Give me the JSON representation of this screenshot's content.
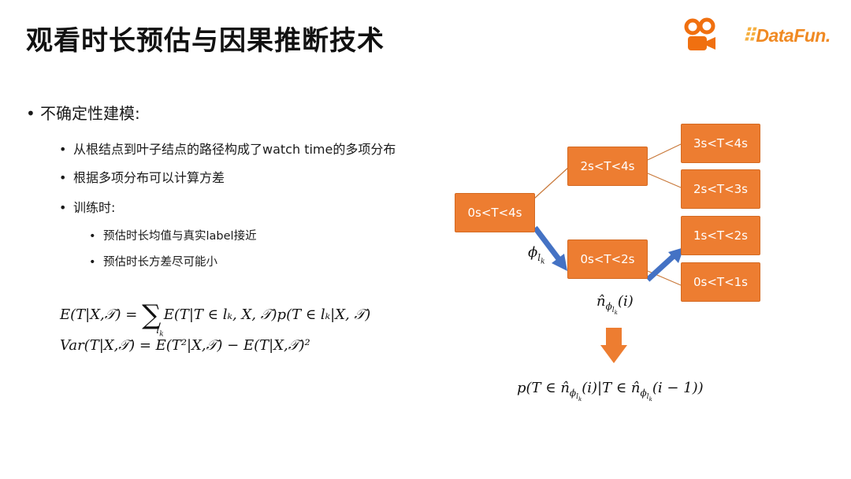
{
  "title": "观看时长预估与因果推断技术",
  "logos": {
    "datafun": "DataFun."
  },
  "bullets": {
    "main": "不确定性建模:",
    "sub1": "从根结点到叶子结点的路径构成了watch time的多项分布",
    "sub2": "根据多项分布可以计算方差",
    "sub3": "训练时:",
    "sub3a": "预估时长均值与真实label接近",
    "sub3b": "预估时长方差尽可能小"
  },
  "formulas": {
    "expectation_lhs": "E(T|X,𝒯) = ",
    "expectation_sum": "∑",
    "expectation_sub": "l",
    "expectation_subsub": "k",
    "expectation_rhs": "E(T|T ∈ lₖ, X, 𝒯)p(T ∈ lₖ|X, 𝒯)",
    "variance": "Var(T|X,𝒯) = E(T²|X,𝒯) − E(T|X,𝒯)²"
  },
  "tree": {
    "root": "0s<T<4s",
    "upper": "2s<T<4s",
    "lower": "0s<T<2s",
    "leaf1": "3s<T<4s",
    "leaf2": "2s<T<3s",
    "leaf3": "1s<T<2s",
    "leaf4": "0s<T<1s",
    "phi_label": "ϕ",
    "phi_sub": "l",
    "phi_subsub": "k",
    "n_label": "n̂",
    "n_sub": "ϕ",
    "n_subsub": "l",
    "n_subsubsub": "k",
    "n_arg": "(i)",
    "prob": "p(T ∈ n̂",
    "prob_arg1": "(i)|T ∈ n̂",
    "prob_arg2": "(i − 1))"
  },
  "colors": {
    "box": "#ed7d31",
    "arrow_blue": "#4472c4",
    "line": "#c9793a"
  },
  "icons": [
    "kuaishou-logo-icon",
    "datafun-logo-icon",
    "down-arrow-icon",
    "blue-path-arrow-icon"
  ]
}
